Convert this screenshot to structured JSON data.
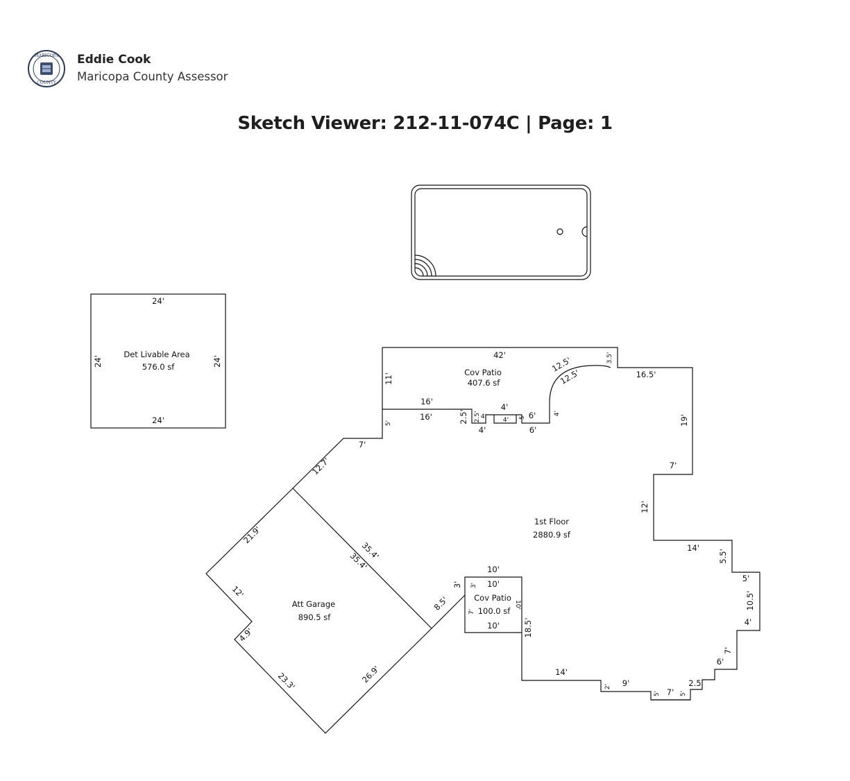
{
  "header": {
    "name": "Eddie Cook",
    "organization": "Maricopa County Assessor",
    "seal_icon": "maricopa-county-seal",
    "seal_text_top": "MARICOPA",
    "seal_text_bottom": "COUNTY"
  },
  "title": "Sketch Viewer: 212-11-074C | Page: 1",
  "areas": {
    "det": {
      "name": "Det Livable Area",
      "size": "576.0 sf"
    },
    "cov_patio_top": {
      "name": "Cov Patio",
      "size": "407.6 sf"
    },
    "first_floor": {
      "name": "1st Floor",
      "size": "2880.9 sf"
    },
    "garage": {
      "name": "Att Garage",
      "size": "890.5 sf"
    },
    "cov_patio_small": {
      "name": "Cov Patio",
      "size": "100.0 sf"
    }
  },
  "dims": {
    "det_top": "24'",
    "det_bottom": "24'",
    "det_left": "24'",
    "det_right": "24'",
    "patio_top": "42'",
    "patio_left": "11'",
    "patio_16a": "16'",
    "patio_16b": "16'",
    "patio_arc_a": "12.5'",
    "patio_arc_b": "12.5'",
    "patio_35": "3.5'",
    "d_2_5": "2.5'",
    "d_2_5b": "2.5'",
    "d_4a": "4'",
    "d_4b": "4'",
    "d_4c": "4'",
    "d_4d": "4'",
    "d_4e": "4'",
    "d_6a": "6'",
    "d_6b": "6'",
    "d_5a": "5'",
    "d_5b": "5'",
    "ff_16_5": "16.5'",
    "ff_19": "19'",
    "ff_7a": "7'",
    "ff_12": "12'",
    "ff_14a": "14'",
    "ff_5_5": "5.5'",
    "ff_5": "5'",
    "ff_10_5": "10.5'",
    "ff_4": "4'",
    "ff_7b": "7'",
    "ff_6": "6'",
    "ff_2_5": "2.5'",
    "ff_5c": "5'",
    "ff_7c": "7'",
    "ff_5d": "5'",
    "ff_9": "9'",
    "ff_2": "2'",
    "ff_14b": "14'",
    "ff_18_5": "18.5'",
    "ff_5e": "5'",
    "ff_7d": "7'",
    "ff_12_7": "12.7'",
    "cp_10a": "10'",
    "cp_10b": "10'",
    "cp_10c": "10'",
    "cp_10d": "10'",
    "cp_3a": "3'",
    "cp_3b": "3'",
    "cp_7": "7'",
    "g_21_9": "21.9'",
    "g_35_4a": "35.4'",
    "g_35_4b": "35.4'",
    "g_8_5": "8.5'",
    "g_12": "12'",
    "g_4_9": "4.9'",
    "g_23_3": "23.3'",
    "g_26_9": "26.9'"
  }
}
